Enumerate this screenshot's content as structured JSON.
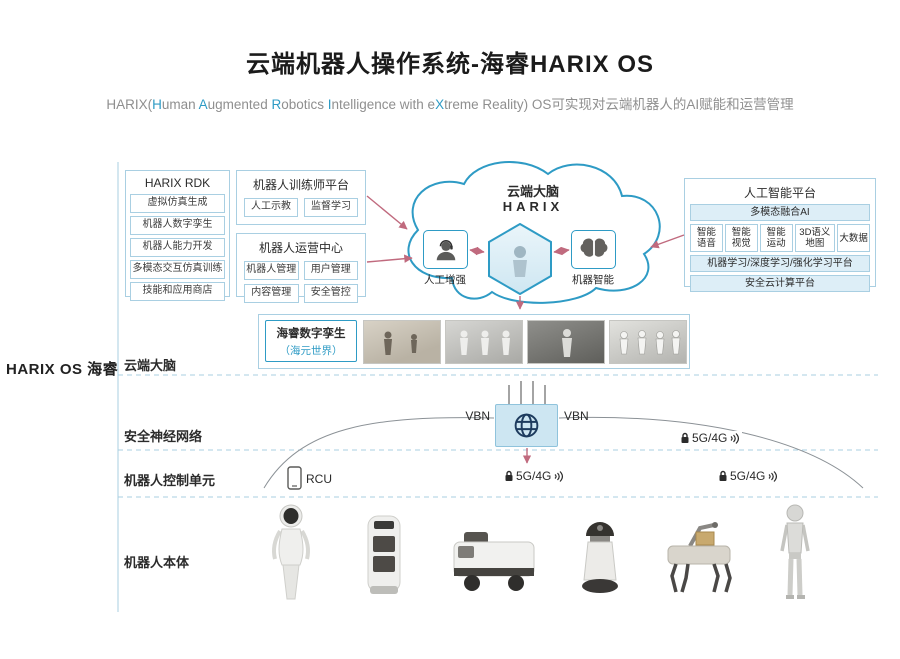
{
  "title": "云端机器人操作系统-海睿HARIX OS",
  "subtitle": {
    "parts": [
      {
        "text": "HARIX("
      },
      {
        "text": "H"
      },
      {
        "text": "uman "
      },
      {
        "text": "A"
      },
      {
        "text": "ugmented "
      },
      {
        "text": "R"
      },
      {
        "text": "obotics "
      },
      {
        "text": "I"
      },
      {
        "text": "ntelligence with e"
      },
      {
        "text": "X"
      },
      {
        "text": "treme Reality"
      },
      {
        "text": ") OS可实现对云端机器人的AI赋能和运营管理"
      }
    ]
  },
  "logo": "HARIX OS 海睿",
  "rows": {
    "cloud_brain": "云端大脑",
    "neural_net": "安全神经网络",
    "rcu_row": "机器人控制单元",
    "robot_body": "机器人本体"
  },
  "rdk": {
    "header": "HARIX RDK",
    "items": [
      "虚拟仿真生成",
      "机器人数字孪生",
      "机器人能力开发",
      "多模态交互仿真训练",
      "技能和应用商店"
    ]
  },
  "trainer": {
    "header": "机器人训练师平台",
    "items": [
      "人工示教",
      "监督学习"
    ]
  },
  "ops": {
    "header": "机器人运营中心",
    "items": [
      "机器人管理",
      "用户管理",
      "内容管理",
      "安全管控"
    ]
  },
  "cloud": {
    "title": "云端大脑",
    "logo": "HARIX",
    "left_label": "人工增强",
    "right_label": "机器智能"
  },
  "ai": {
    "header": "人工智能平台",
    "fusion": "多模态融合AI",
    "cells": [
      "智能\n语音",
      "智能\n视觉",
      "智能\n运动",
      "3D语义\n地图",
      "大数据"
    ],
    "ml": "机器学习/深度学习/强化学习平台",
    "secure": "安全云计算平台"
  },
  "twin": {
    "line1": "海睿数字孪生",
    "line2": "（海元世界）"
  },
  "network": {
    "vbn_left": "VBN",
    "vbn_right": "VBN",
    "g5_mid_right": "5G/4G",
    "g5_bottom_center": "5G/4G",
    "g5_bottom_right": "5G/4G",
    "rcu": "RCU"
  },
  "icons": {
    "person": "person-headset-icon",
    "brain": "brain-icon",
    "globe": "globe-icon",
    "lock": "lock-icon",
    "signal": "signal-waves-icon",
    "phone": "phone-icon",
    "robots": [
      "humanoid-service-robot",
      "tray-delivery-robot",
      "delivery-vehicle-robot",
      "patrol-robot",
      "quadruped-robot",
      "humanoid-robot"
    ]
  },
  "colors": {
    "accent_blue": "#2e9bc5",
    "border_blue": "#a9cfe2",
    "link_pink": "#c06a7e",
    "text_dark": "#2b2b2b",
    "text_gray": "#8f8f8f"
  }
}
